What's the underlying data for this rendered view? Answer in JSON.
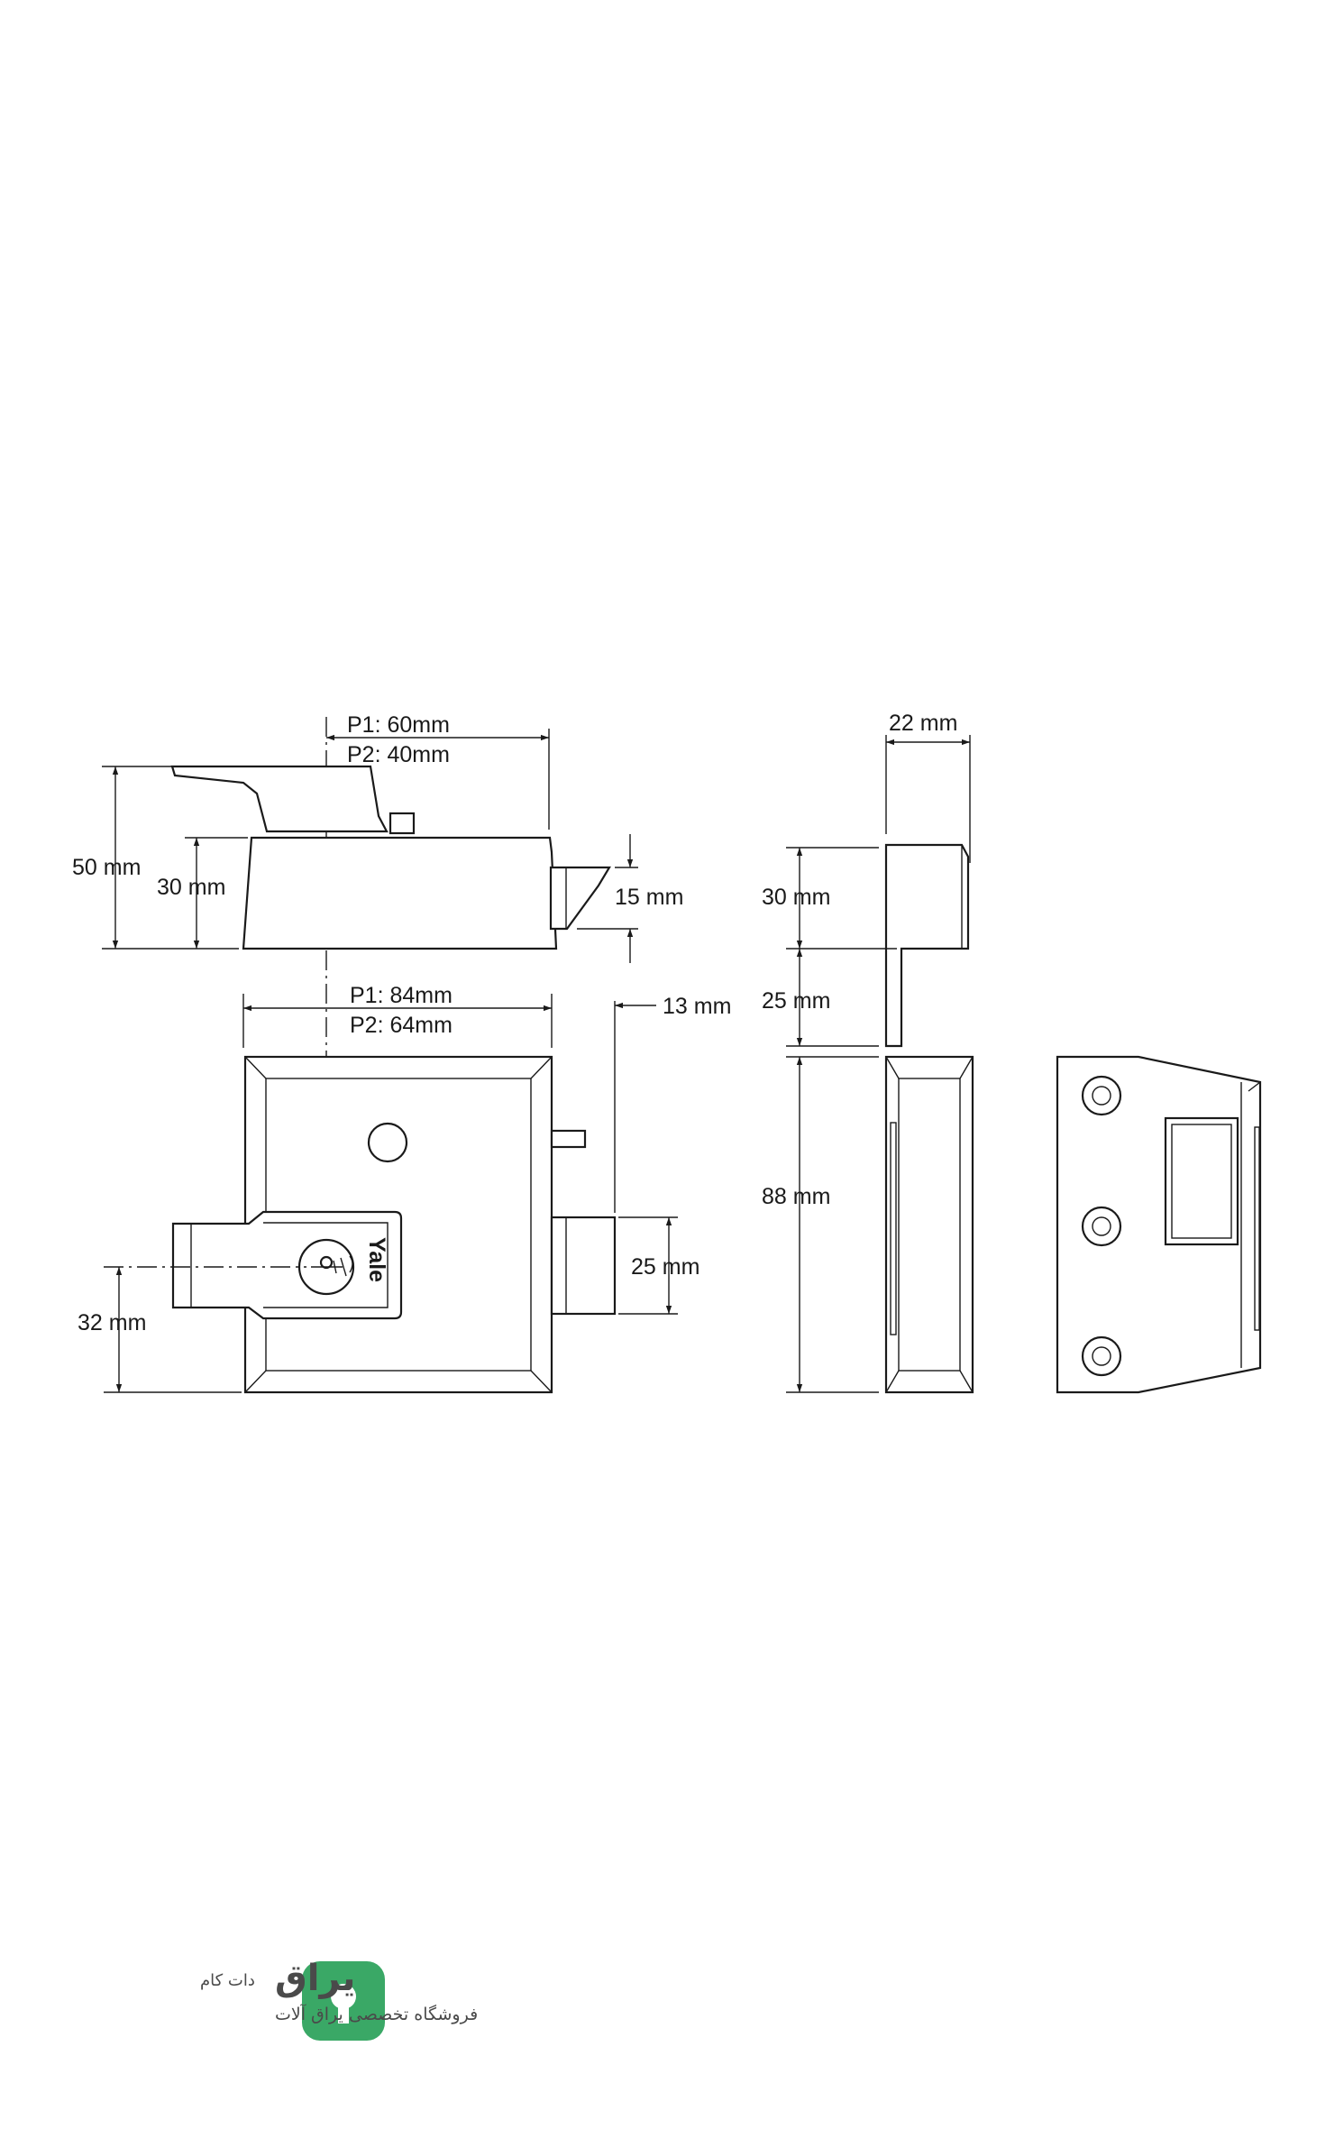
{
  "diagram": {
    "labels": {
      "p1_projection": "P1: 60mm",
      "p2_projection": "P2: 40mm",
      "height_50": "50 mm",
      "height_30": "30 mm",
      "bolt_15": "15 mm",
      "p1_width": "P1: 84mm",
      "p2_width": "P2: 64mm",
      "offset_13": "13 mm",
      "backset_32": "32 mm",
      "bolt_25": "25 mm",
      "staple_22": "22 mm",
      "staple_30": "30 mm",
      "staple_25": "25 mm",
      "staple_88": "88 mm"
    },
    "cylinder_brand": "Yale"
  },
  "watermark": {
    "brand_name": "یراق",
    "brand_suffix": "دات کام",
    "tagline": "فروشگاه تخصصی یراق آلات",
    "accent_color": "#3aa866"
  }
}
